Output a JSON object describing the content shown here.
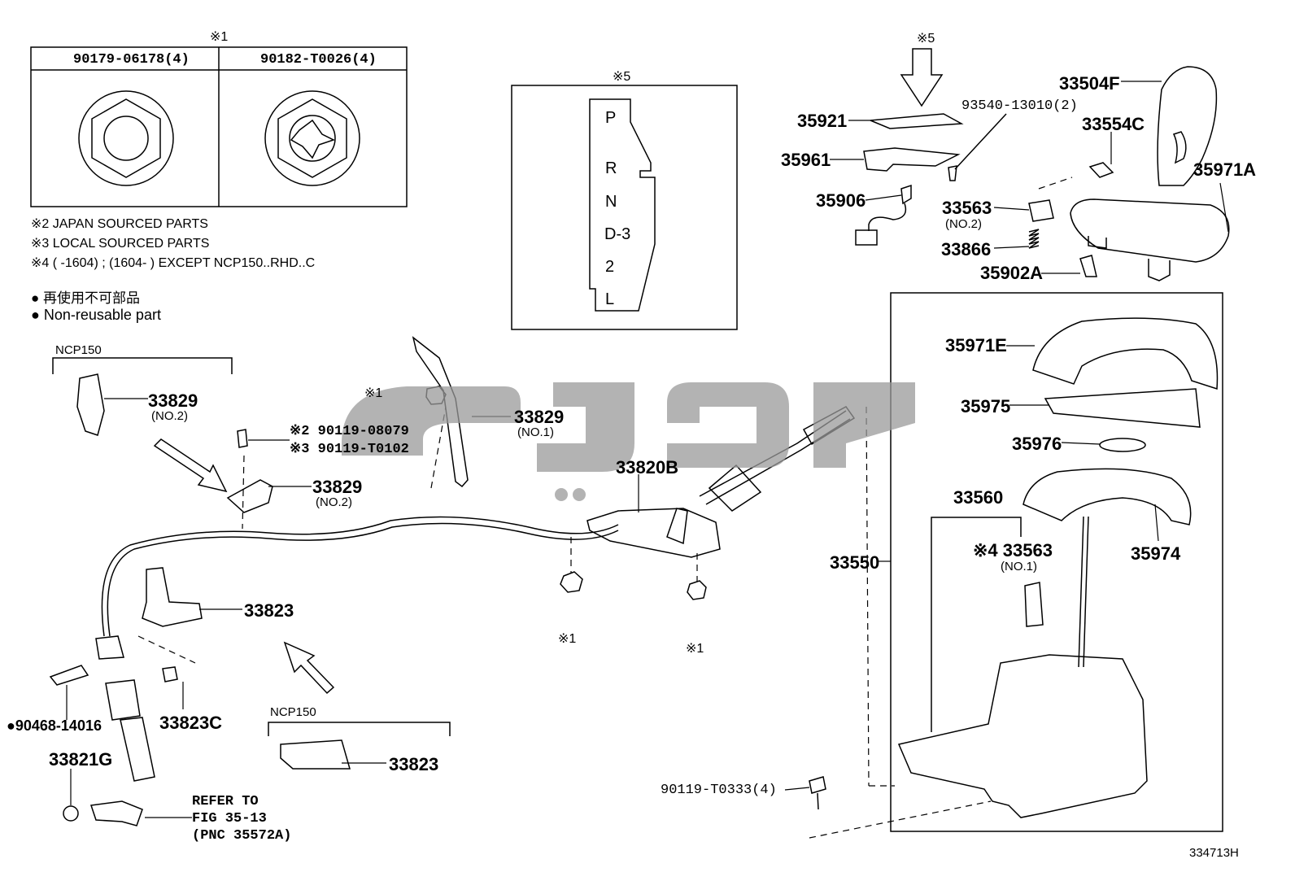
{
  "notes": {
    "mark1_header": "※1",
    "mark5_gate": "※5",
    "mark5_arrow": "※5",
    "note2": "※2 JAPAN SOURCED PARTS",
    "note3": "※3 LOCAL SOURCED PARTS",
    "note4": "※4 (        -1604) ; (1604-        ) EXCEPT NCP150..RHD..C",
    "legend_jp": "● 再使用不可部品",
    "legend_en": "● Non-reusable part",
    "fig_id": "334713H"
  },
  "nut_table": {
    "col1": "90179-06178(4)",
    "col2": "90182-T0026(4)"
  },
  "gate": [
    "P",
    "R",
    "N",
    "D-3",
    "2",
    "L"
  ],
  "ncp150_a": "NCP150",
  "ncp150_b": "NCP150",
  "parts": {
    "p35921": "35921",
    "p35961": "35961",
    "p35906": "35906",
    "p93540": "93540-13010(2)",
    "p33504F": "33504F",
    "p33554C": "33554C",
    "p35971A": "35971A",
    "p33563a": "33563",
    "p33563a_sub": "(NO.2)",
    "p33866": "33866",
    "p35902A": "35902A",
    "p33829a": "33829",
    "p33829a_sub": "(NO.2)",
    "p90119a": "※2 90119-08079",
    "p90119b": "※3 90119-T0102",
    "p33829b": "33829",
    "p33829b_sub": "(NO.2)",
    "p33829c": "33829",
    "p33829c_sub": "(NO.1)",
    "mark1_left": "※1",
    "p33820B": "33820B",
    "p33823a": "33823",
    "p33823C": "33823C",
    "p90468": "●90468-14016",
    "p33821G": "33821G",
    "refer1": "REFER TO",
    "refer2": "FIG 35-13",
    "refer3": "(PNC 35572A)",
    "p33823b": "33823",
    "mark1_nut1": "※1",
    "mark1_nut2": "※1",
    "p35971E": "35971E",
    "p35975": "35975",
    "p35976": "35976",
    "p33560": "33560",
    "p35974": "35974",
    "p33550": "33550",
    "p33563b": "※4 33563",
    "p33563b_sub": "(NO.1)",
    "p90119T": "90119-T0333(4)"
  }
}
